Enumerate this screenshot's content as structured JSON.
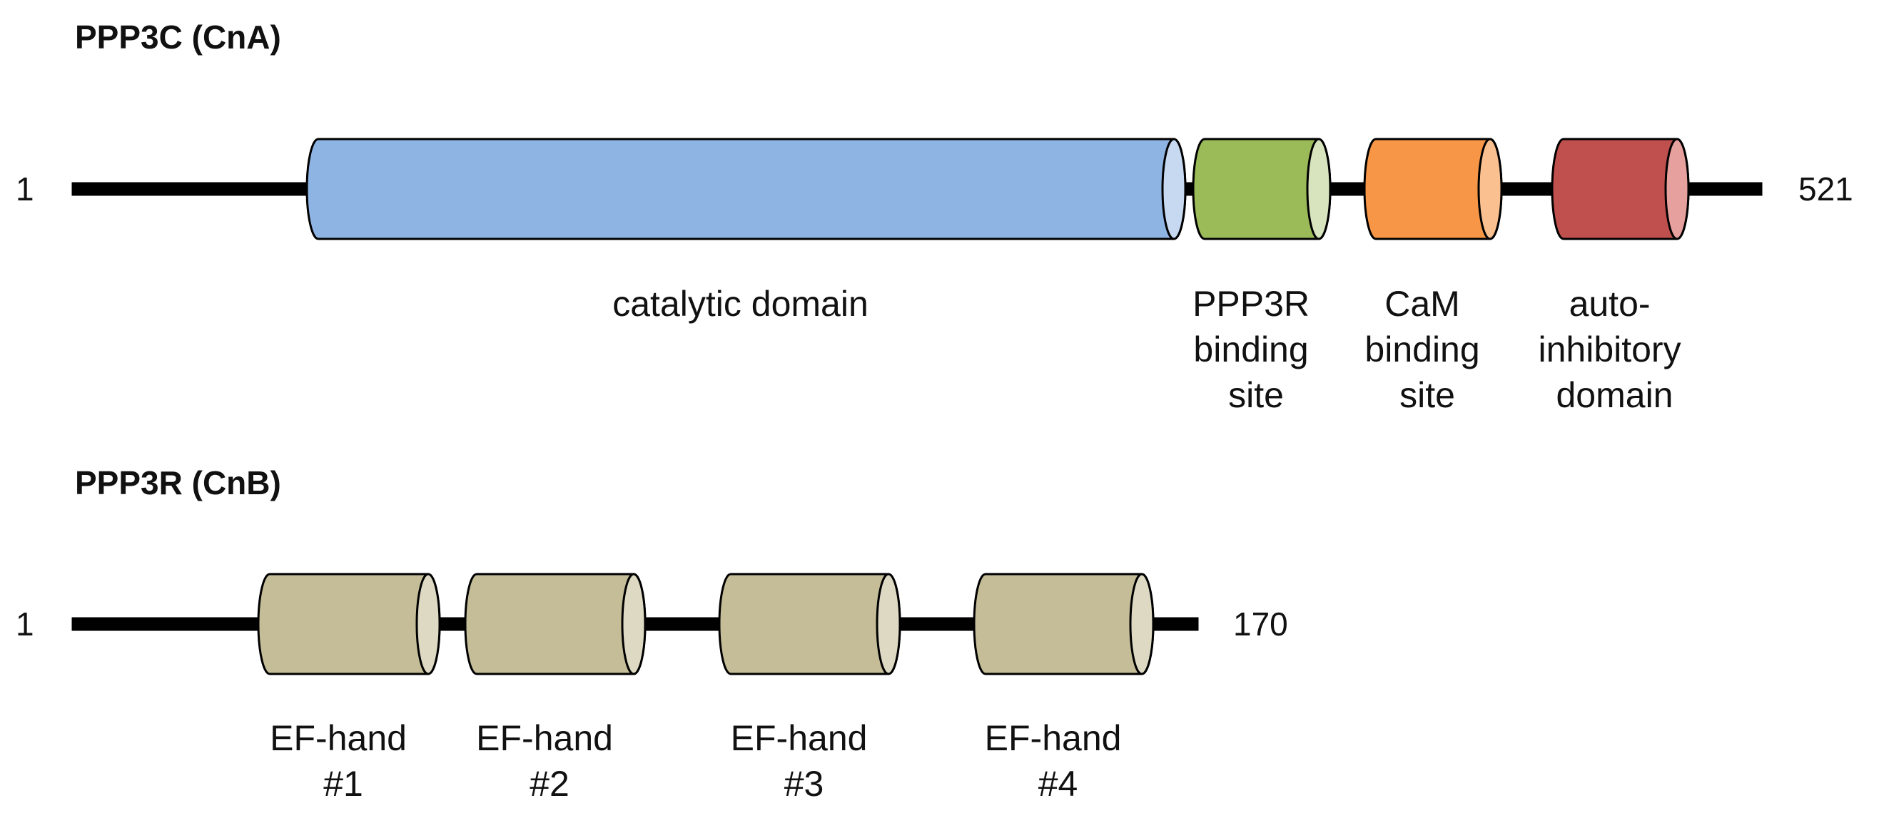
{
  "proteins": [
    {
      "title": "PPP3C (CnA)",
      "start_label": "1",
      "end_label": "521",
      "domains": [
        {
          "label_lines": [
            "catalytic domain"
          ],
          "color": "#8EB4E3",
          "cap_color": "#C6D9F1"
        },
        {
          "label_lines": [
            "PPP3R",
            "binding",
            "site"
          ],
          "color": "#9BBB59",
          "cap_color": "#D7E4BD"
        },
        {
          "label_lines": [
            "CaM",
            "binding",
            "site"
          ],
          "color": "#F79646",
          "cap_color": "#FAC090"
        },
        {
          "label_lines": [
            "auto-",
            "inhibitory",
            "domain"
          ],
          "color": "#C0504D",
          "cap_color": "#E6A09E"
        }
      ]
    },
    {
      "title": "PPP3R (CnB)",
      "start_label": "1",
      "end_label": "170",
      "domains": [
        {
          "label_lines": [
            "EF-hand",
            "#1"
          ],
          "color": "#C4BD97",
          "cap_color": "#DDD9C3"
        },
        {
          "label_lines": [
            "EF-hand",
            "#2"
          ],
          "color": "#C4BD97",
          "cap_color": "#DDD9C3"
        },
        {
          "label_lines": [
            "EF-hand",
            "#3"
          ],
          "color": "#C4BD97",
          "cap_color": "#DDD9C3"
        },
        {
          "label_lines": [
            "EF-hand",
            "#4"
          ],
          "color": "#C4BD97",
          "cap_color": "#DDD9C3"
        }
      ]
    }
  ]
}
